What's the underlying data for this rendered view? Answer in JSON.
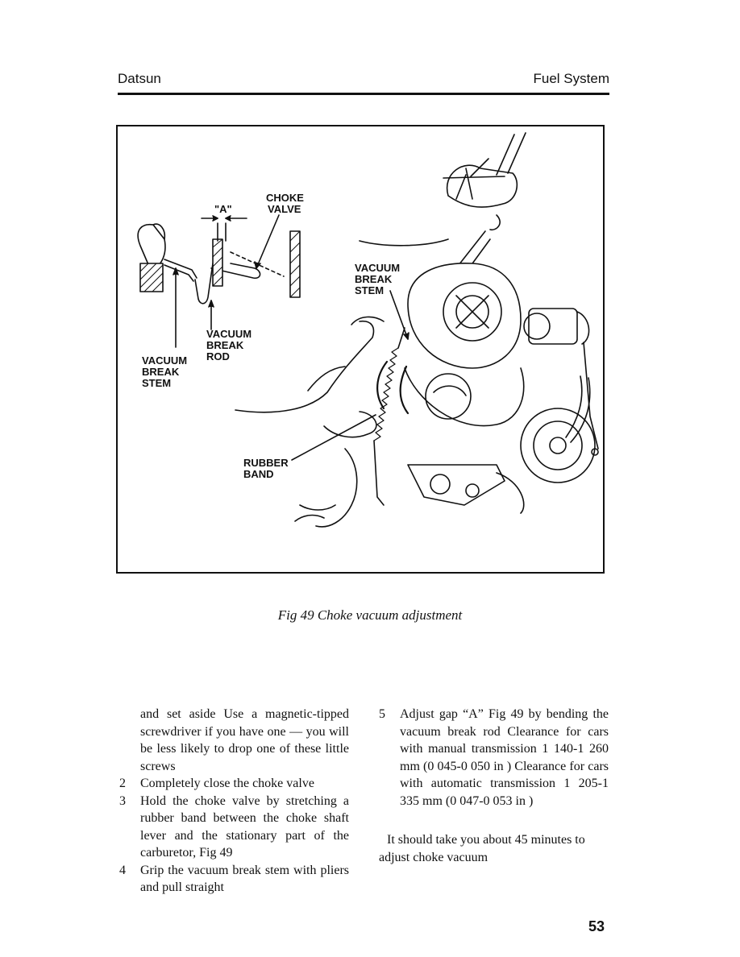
{
  "header": {
    "left": "Datsun",
    "right": "Fuel System"
  },
  "figure": {
    "labels": {
      "choke": "CHOKE",
      "valve": "VALVE",
      "a": "\"A\"",
      "vb_stem_left_1": "VACUUM",
      "vb_stem_left_2": "BREAK",
      "vb_stem_left_3": "STEM",
      "vb_rod_1": "VACUUM",
      "vb_rod_2": "BREAK",
      "vb_rod_3": "ROD",
      "vb_stem_right_1": "VACUUM",
      "vb_stem_right_2": "BREAK",
      "vb_stem_right_3": "STEM",
      "rubber_1": "RUBBER",
      "rubber_2": "BAND"
    },
    "caption": "Fig  49   Choke vacuum adjustment"
  },
  "body": {
    "left_intro": "and set aside  Use a magnetic-tipped screwdriver if you have one — you will be less likely to drop one of these little screws",
    "items": [
      {
        "num": "2",
        "text": "Completely close the choke valve"
      },
      {
        "num": "3",
        "text": "Hold the choke valve by stretching a rubber band between the choke shaft lever and the stationary part of the carburetor, Fig  49"
      },
      {
        "num": "4",
        "text": "Grip the vacuum break stem with pliers and pull straight"
      },
      {
        "num": "5",
        "text": "Adjust gap “A” Fig  49 by bending the vacuum break rod  Clearance for cars with manual transmission    1 140-1 260    mm (0 045-0 050  in )  Clearance for cars with automatic transmission 1 205-1 335  mm  (0 047-0 053 in )"
      }
    ],
    "closing": "It should take you about 45 minutes to adjust choke vacuum"
  },
  "page_number": "53"
}
